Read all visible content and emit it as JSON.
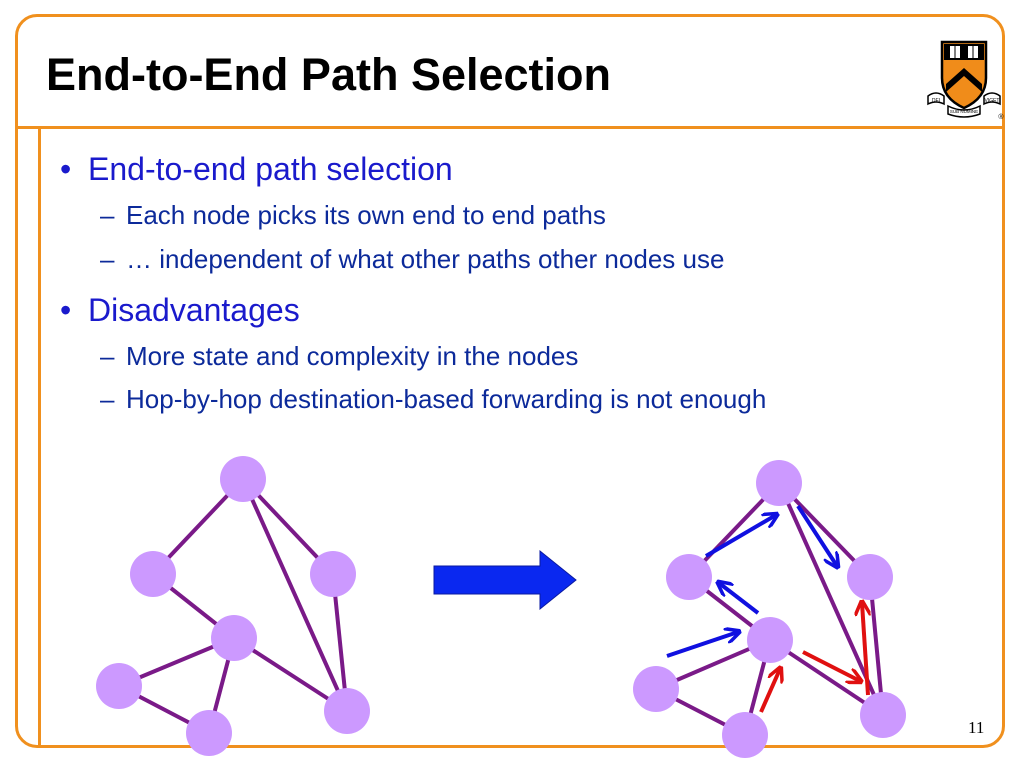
{
  "slide": {
    "title": "End-to-End Path Selection",
    "page_number": "11"
  },
  "bullets": [
    {
      "text": "End-to-end path selection",
      "subitems": [
        "Each node picks its own end to end paths",
        "… independent of what other paths other nodes use"
      ]
    },
    {
      "text": "Disadvantages",
      "subitems": [
        "More state and complexity in the nodes",
        "Hop-by-hop destination-based forwarding is not enough"
      ]
    }
  ],
  "logo": {
    "motto_left": "DEI",
    "motto_center": "SUB NUMINE",
    "motto_right": "VIGET",
    "registered": "®"
  },
  "colors": {
    "frame": "#f0901e",
    "bullet_main": "#1a1acc",
    "bullet_sub": "#0c2a9a",
    "node": "#cc99ff",
    "edge": "#7a1a88",
    "arrow_big": "#0a28f0",
    "path_blue": "#1010e0",
    "path_red": "#e01010"
  }
}
